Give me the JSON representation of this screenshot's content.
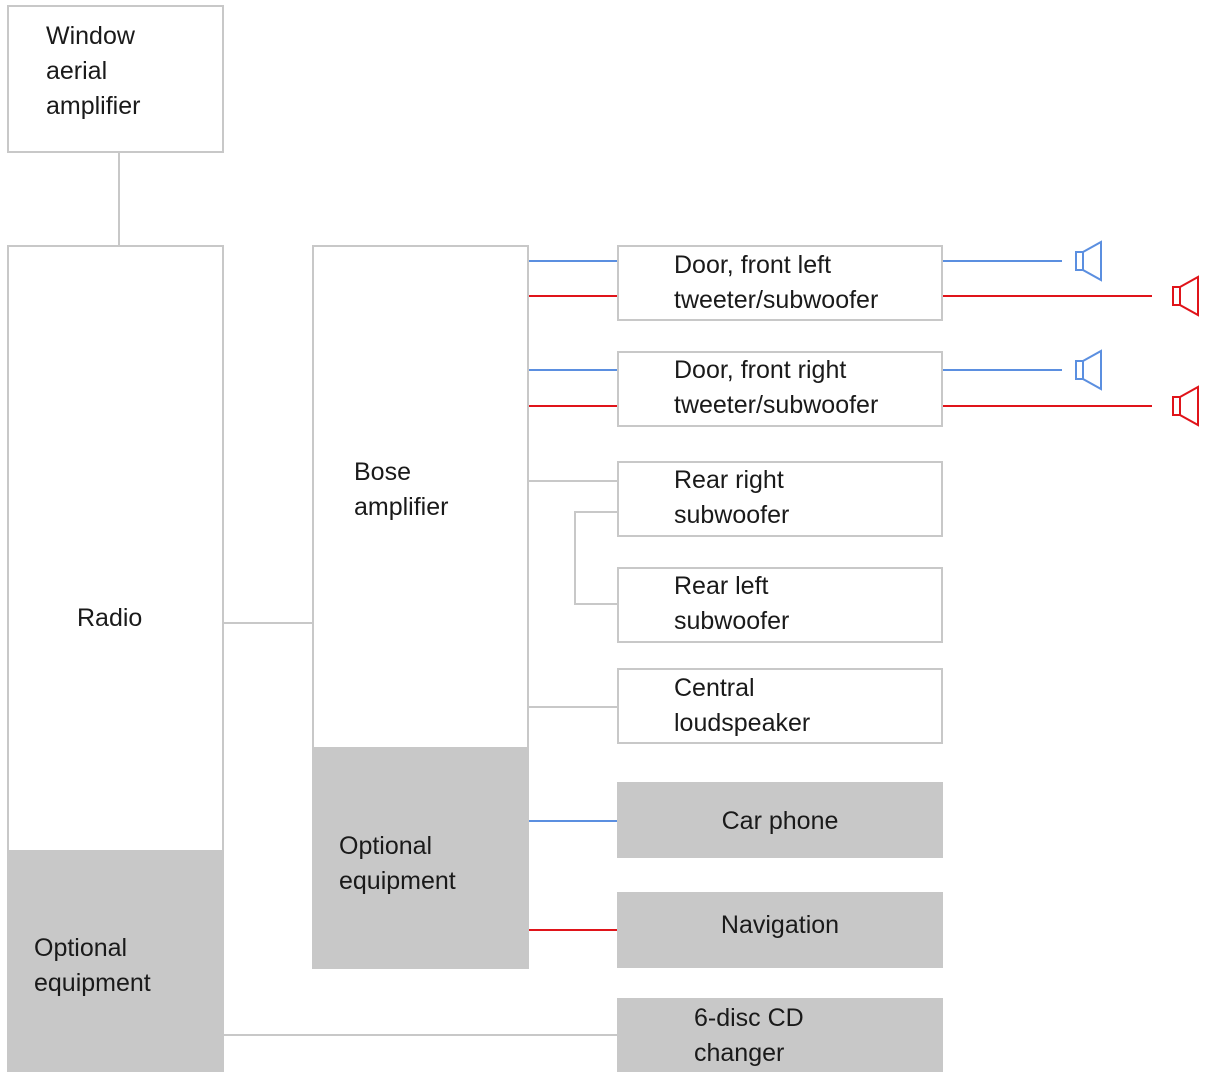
{
  "nodes": {
    "window_aerial_amplifier": {
      "lines": [
        "Window",
        "aerial",
        "amplifier"
      ]
    },
    "radio": {
      "label": "Radio"
    },
    "radio_optional": {
      "lines": [
        "Optional",
        "equipment"
      ]
    },
    "bose_amplifier": {
      "lines": [
        "Bose",
        "amplifier"
      ]
    },
    "bose_optional": {
      "lines": [
        "Optional",
        "equipment"
      ]
    },
    "door_front_left": {
      "lines": [
        "Door, front left",
        "tweeter/subwoofer"
      ]
    },
    "door_front_right": {
      "lines": [
        "Door, front right",
        "tweeter/subwoofer"
      ]
    },
    "rear_right_subwoofer": {
      "lines": [
        "Rear right",
        "subwoofer"
      ]
    },
    "rear_left_subwoofer": {
      "lines": [
        "Rear left",
        "subwoofer"
      ]
    },
    "central_loudspeaker": {
      "lines": [
        "Central",
        "loudspeaker"
      ]
    },
    "car_phone": {
      "label": "Car phone"
    },
    "navigation": {
      "label": "Navigation"
    },
    "cd_changer": {
      "lines": [
        "6-disc CD",
        "changer"
      ]
    }
  },
  "colors": {
    "box_border": "#c8c8c8",
    "optional_fill": "#c8c8c8",
    "connector": "#c8c8c8",
    "tweeter_signal": "#5b8fe0",
    "subwoofer_signal": "#e0141a"
  },
  "icons": {
    "tweeter": "loudspeaker-icon-blue",
    "subwoofer": "loudspeaker-icon-red"
  }
}
